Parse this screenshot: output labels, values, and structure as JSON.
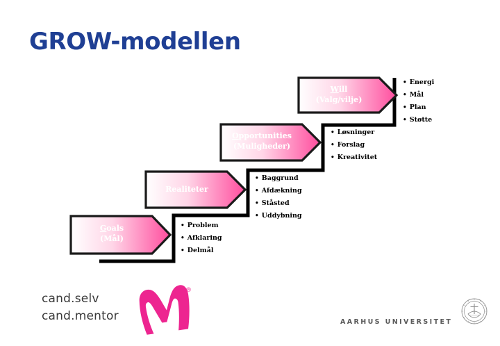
{
  "slide": {
    "title": "GROW-modellen",
    "title_color": "#1f3f94",
    "background": "#ffffff",
    "accent_pink": "#ff3d93",
    "arrow_gradient_start": "#ffffff",
    "arrow_gradient_end": "#ff4d9e"
  },
  "steps": [
    {
      "id": "goals",
      "letter": "G",
      "title_rest": "oals",
      "subtitle": "(Mål)",
      "bullets": [
        "Problem",
        "Afklaring",
        "Delmål"
      ]
    },
    {
      "id": "realities",
      "letter": "R",
      "title_rest": "ealiteter",
      "subtitle": "",
      "bullets": [
        "Baggrund",
        "Afdækning",
        "Ståsted",
        "Uddybning"
      ]
    },
    {
      "id": "opportunities",
      "letter": "O",
      "title_rest": "pportunities",
      "subtitle": "(Muligheder)",
      "bullets": [
        "Løsninger",
        "Forslag",
        "Kreativitet"
      ]
    },
    {
      "id": "will",
      "letter": "W",
      "title_rest": "ill",
      "subtitle": "(Valg/vilje)",
      "bullets": [
        "Energi",
        "Mål",
        "Plan",
        "Støtte"
      ]
    }
  ],
  "footer": {
    "brand_line1": "cand.selv",
    "brand_line2": "cand.mentor",
    "brand_logo_icon": "m-monogram-logo",
    "brand_logo_color": "#ed2590",
    "brand_trademark": "®",
    "university": "AARHUS UNIVERSITET",
    "university_seal_icon": "aarhus-university-seal"
  }
}
